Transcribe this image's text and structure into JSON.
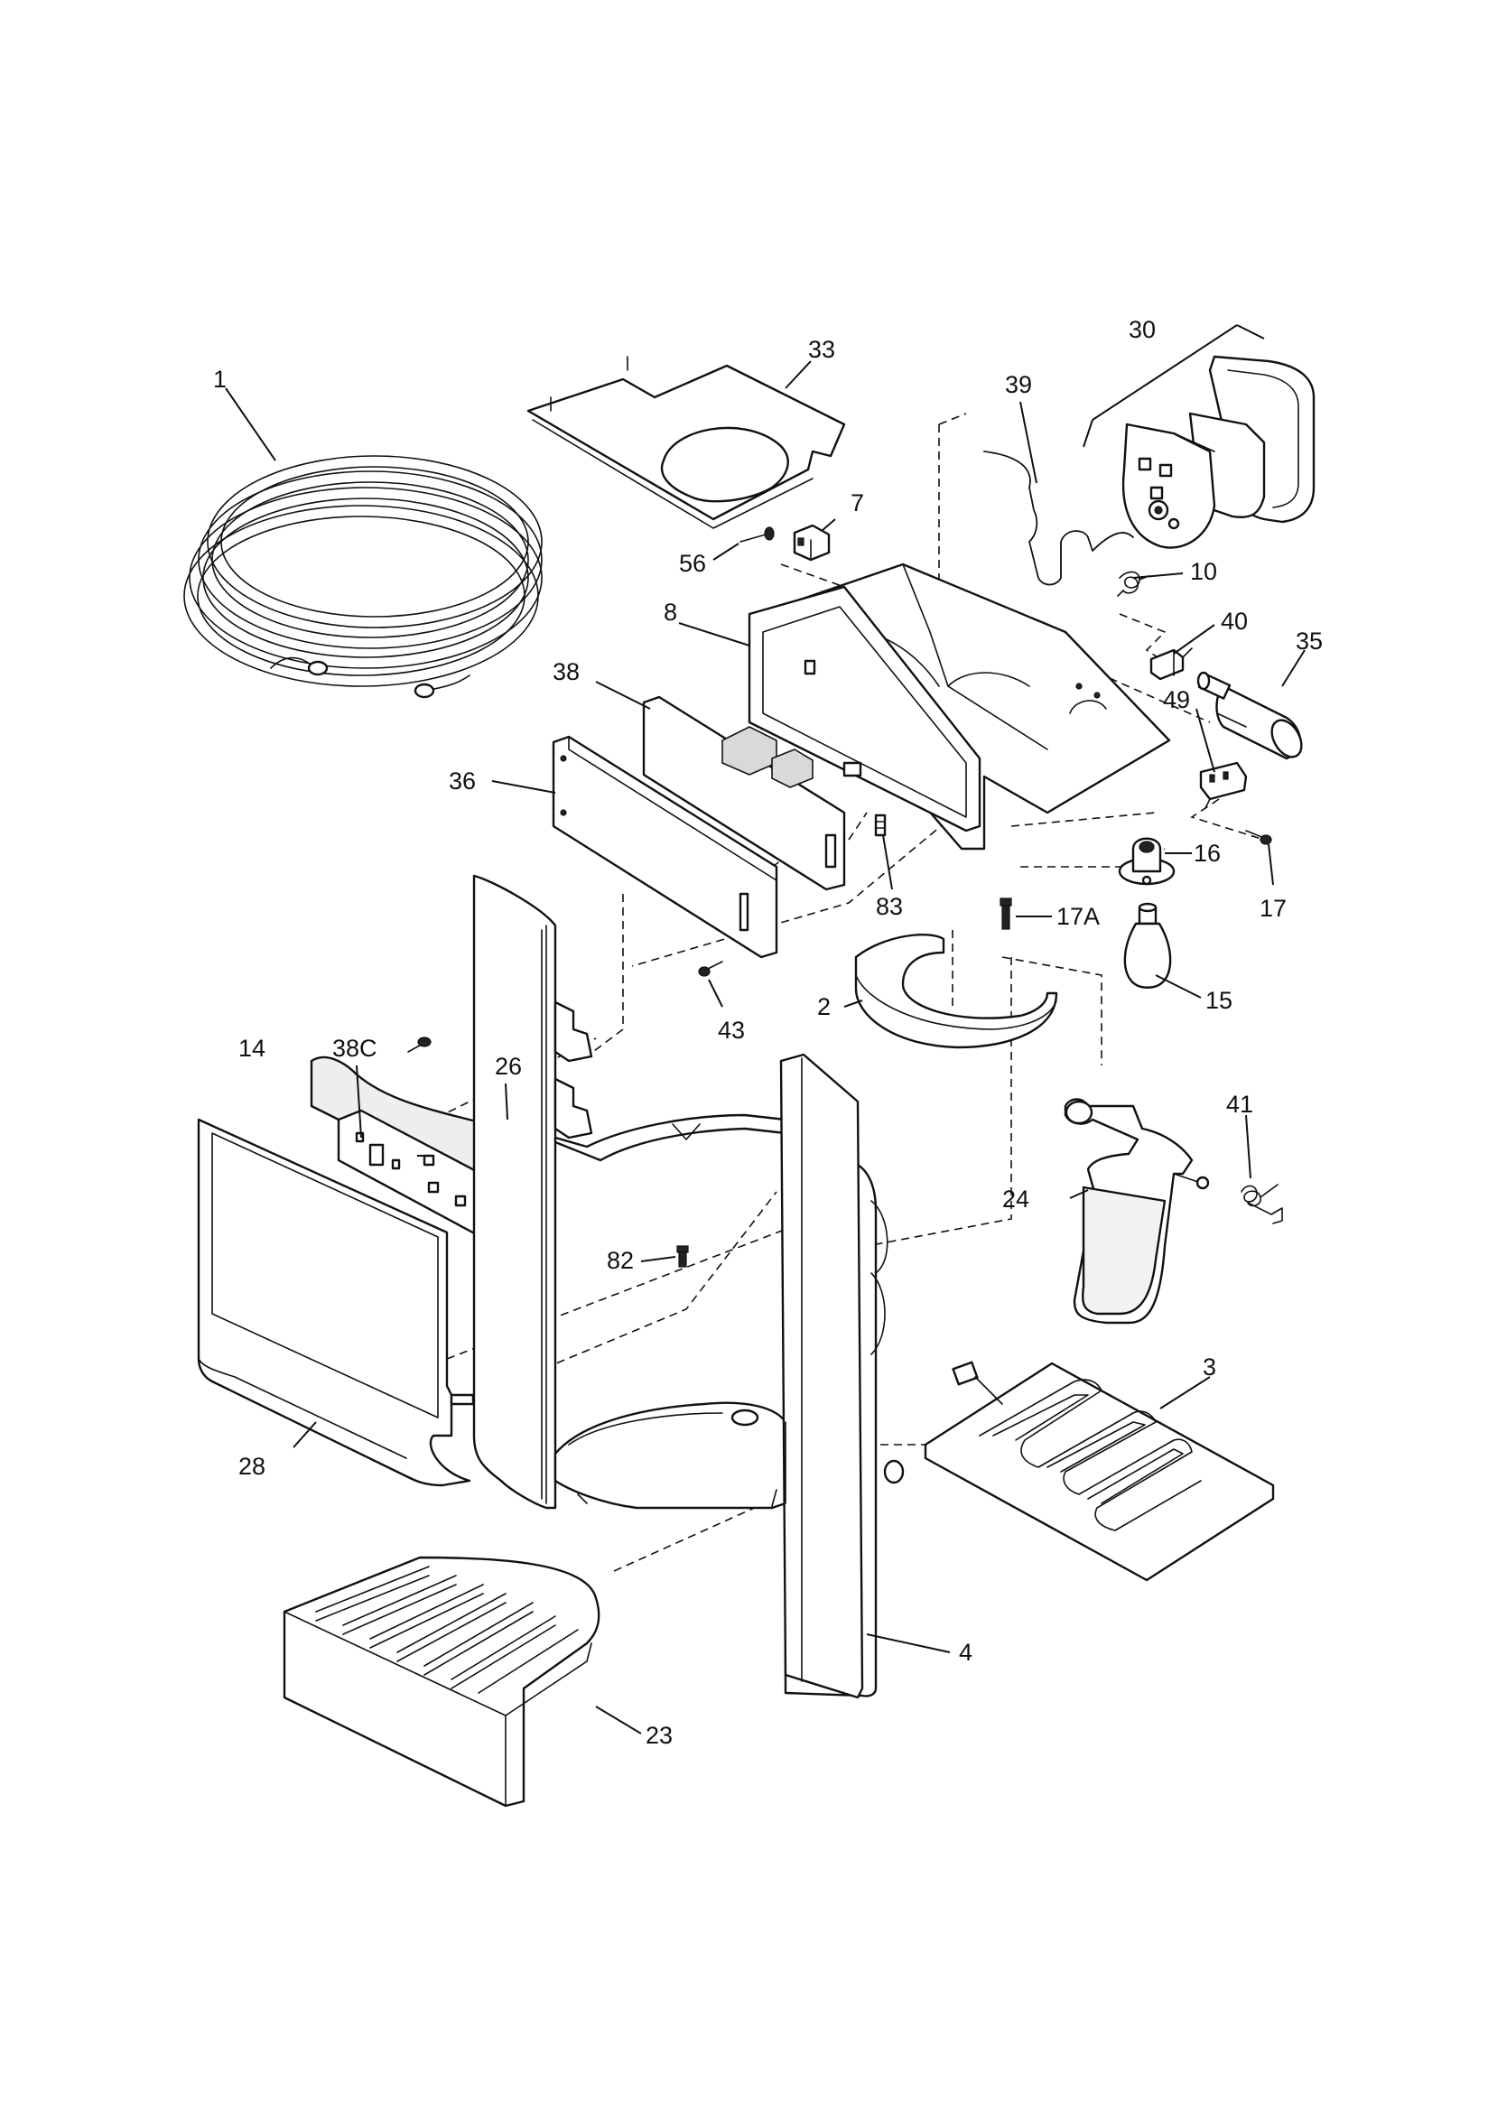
{
  "labels": {
    "p1": "1",
    "p2": "2",
    "p3": "3",
    "p4": "4",
    "p7": "7",
    "p8": "8",
    "p10": "10",
    "p14": "14",
    "p15": "15",
    "p16": "16",
    "p17": "17",
    "p17a": "17A",
    "p23": "23",
    "p24": "24",
    "p26": "26",
    "p28": "28",
    "p30": "30",
    "p33": "33",
    "p35": "35",
    "p36": "36",
    "p38": "38",
    "p38c": "38C",
    "p39": "39",
    "p40": "40",
    "p41": "41",
    "p43": "43",
    "p49": "49",
    "p56": "56",
    "p82": "82",
    "p83": "83"
  }
}
